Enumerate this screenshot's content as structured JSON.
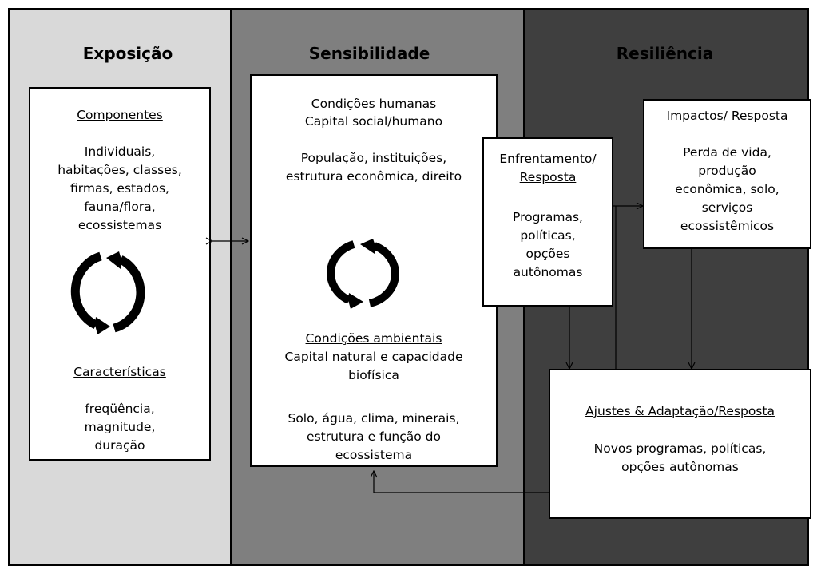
{
  "panels": {
    "exposicao": "Exposição",
    "sensibilidade": "Sensibilidade",
    "resiliencia": "Resiliência"
  },
  "exposicao_box": {
    "heading1": "Componentes",
    "body1": "Individuais,\nhabitações, classes,\nfirmas, estados,\nfauna/flora,\necossistemas",
    "heading2": "Características",
    "body2": "freqüência,\nmagnitude,\nduração"
  },
  "sensibilidade_box": {
    "heading1": "Condições humanas",
    "sub1": "Capital social/humano",
    "body1": "População, instituições,\nestrutura econômica, direito",
    "heading2": "Condições ambientais",
    "sub2": "Capital natural e capacidade\nbiofísica",
    "body2": "Solo, água, clima,  minerais,\nestrutura e função do\necossistema"
  },
  "enfrentamento_box": {
    "heading": "Enfrentamento/\nResposta",
    "body": "Programas,\npolíticas,\nopções\nautônomas"
  },
  "impactos_box": {
    "heading": "Impactos/ Resposta",
    "body": "Perda de vida,\nprodução\neconômica, solo,\nserviços\necossistêmicos"
  },
  "ajustes_box": {
    "heading": "Ajustes & Adaptação/Resposta",
    "body": "Novos programas, políticas,\nopções autônomas"
  },
  "colors": {
    "exposicao_bg": "#d9d9d9",
    "sensibilidade_bg": "#7f7f7f",
    "resiliencia_bg": "#3f3f3f",
    "box_bg": "#ffffff"
  }
}
